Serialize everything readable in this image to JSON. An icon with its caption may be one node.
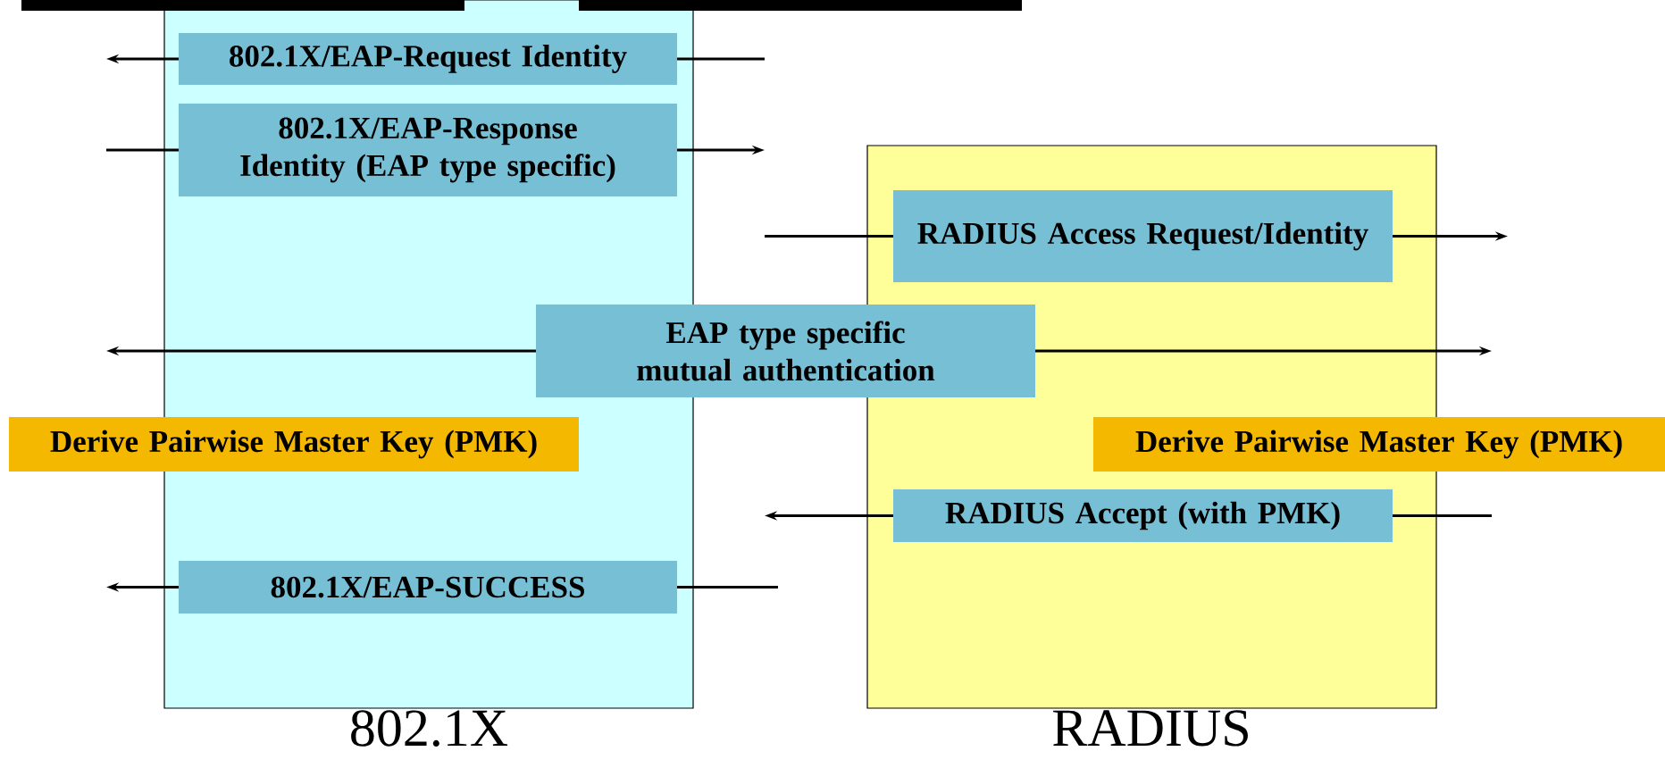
{
  "diagram": {
    "nodes": [
      {
        "text": [
          "802.1X"
        ]
      },
      {
        "text": [
          "RADIUS"
        ]
      },
      {
        "text": [
          "802.1X/EAP-Request Identity"
        ],
        "in": 0
      },
      {
        "text": [
          "802.1X/EAP-Response Identity (EAP type specific)"
        ],
        "in": 0
      },
      {
        "text": [
          "RADIUS Access Request/Identity"
        ],
        "in": 1
      },
      {
        "text": [
          "EAP type specific mutual authentication"
        ]
      },
      {
        "text": [
          "Derive Pairwise Master Key (PMK)"
        ]
      },
      {
        "text": [
          "Derive Pairwise Master Key (PMK)"
        ]
      },
      {
        "text": [
          "RADIUS Accept (with PMK)"
        ],
        "in": 1
      },
      {
        "text": [
          "802.1X/EAP-SUCCESS"
        ],
        "in": 0
      }
    ],
    "edges": [
      {
        "from": null,
        "to": 2,
        "arrow": "none"
      },
      {
        "from": 2,
        "to": null,
        "arrow": "to"
      },
      {
        "from": null,
        "to": 3,
        "arrow": "none"
      },
      {
        "from": 3,
        "to": null,
        "arrow": "to"
      },
      {
        "from": null,
        "to": 4,
        "arrow": "none"
      },
      {
        "from": 4,
        "to": null,
        "arrow": "to"
      },
      {
        "from": 5,
        "to": null,
        "arrow": "to"
      },
      {
        "from": 5,
        "to": null,
        "arrow": "to"
      },
      {
        "from": null,
        "to": 8,
        "arrow": "none"
      },
      {
        "from": 8,
        "to": null,
        "arrow": "to"
      },
      {
        "from": null,
        "to": 9,
        "arrow": "none"
      },
      {
        "from": 9,
        "to": null,
        "arrow": "to"
      }
    ]
  }
}
